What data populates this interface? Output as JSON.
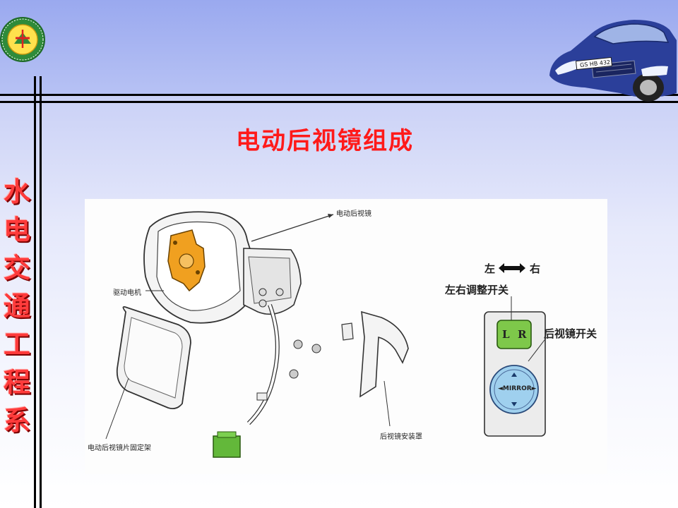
{
  "slide": {
    "title": "电动后视镜组成",
    "side_title_chars": [
      "水",
      "电",
      "交",
      "通",
      "工",
      "程",
      "系"
    ]
  },
  "diagram": {
    "labels": {
      "electric_mirror": "电动后视镜",
      "drive_motor": "驱动电机",
      "mirror_holder": "电动后视镜片固定架",
      "mounting_cover": "后视镜安装罩",
      "left": "左",
      "right": "右",
      "lr_switch": "左右调整开关",
      "mirror_switch": "后视镜开关",
      "button_l": "L",
      "button_r": "R",
      "knob_text": "◄MIRROR►"
    }
  },
  "car": {
    "plate": "GS HB 432"
  },
  "colors": {
    "title_red": "#ff1a1a",
    "side_title_red": "#ff3b3b",
    "motor_orange": "#f0a020",
    "switch_green": "#7ec84a",
    "knob_blue": "#9fd0ee",
    "connector_green": "#63b83a",
    "car_blue": "#2b3f9a"
  }
}
